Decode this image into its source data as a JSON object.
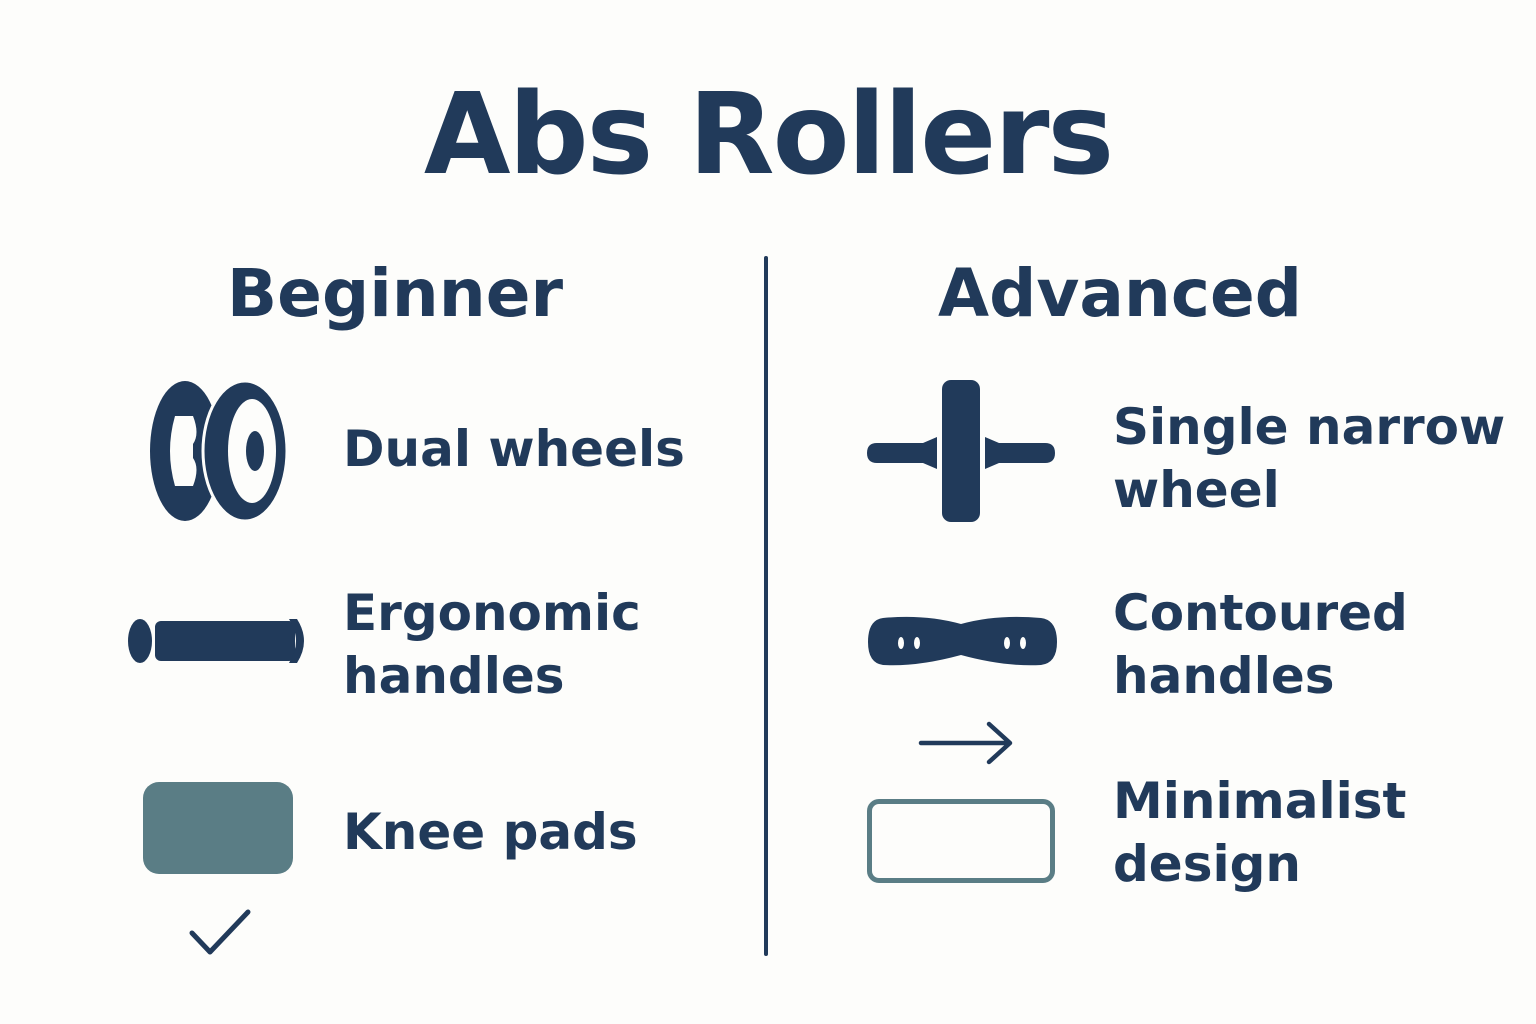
{
  "title": "Abs Rollers",
  "colors": {
    "primary": "#213a5a",
    "accent": "#5a7d85",
    "background": "#fdfdfb"
  },
  "beginner": {
    "heading": "Beginner",
    "items": [
      {
        "icon": "dual-wheels-icon",
        "label": "Dual wheels"
      },
      {
        "icon": "ergonomic-handle-icon",
        "label": "Ergonomic handles"
      },
      {
        "icon": "knee-pad-icon",
        "label": "Knee pads"
      }
    ],
    "footer_icon": "checkmark-icon"
  },
  "advanced": {
    "heading": "Advanced",
    "items": [
      {
        "icon": "single-wheel-icon",
        "label": "Single narrow wheel"
      },
      {
        "icon": "contoured-handle-icon",
        "label": "Contoured handles"
      },
      {
        "icon": "minimalist-frame-icon",
        "label": "Minimalist design"
      }
    ],
    "arrow_icon": "arrow-right-icon"
  }
}
